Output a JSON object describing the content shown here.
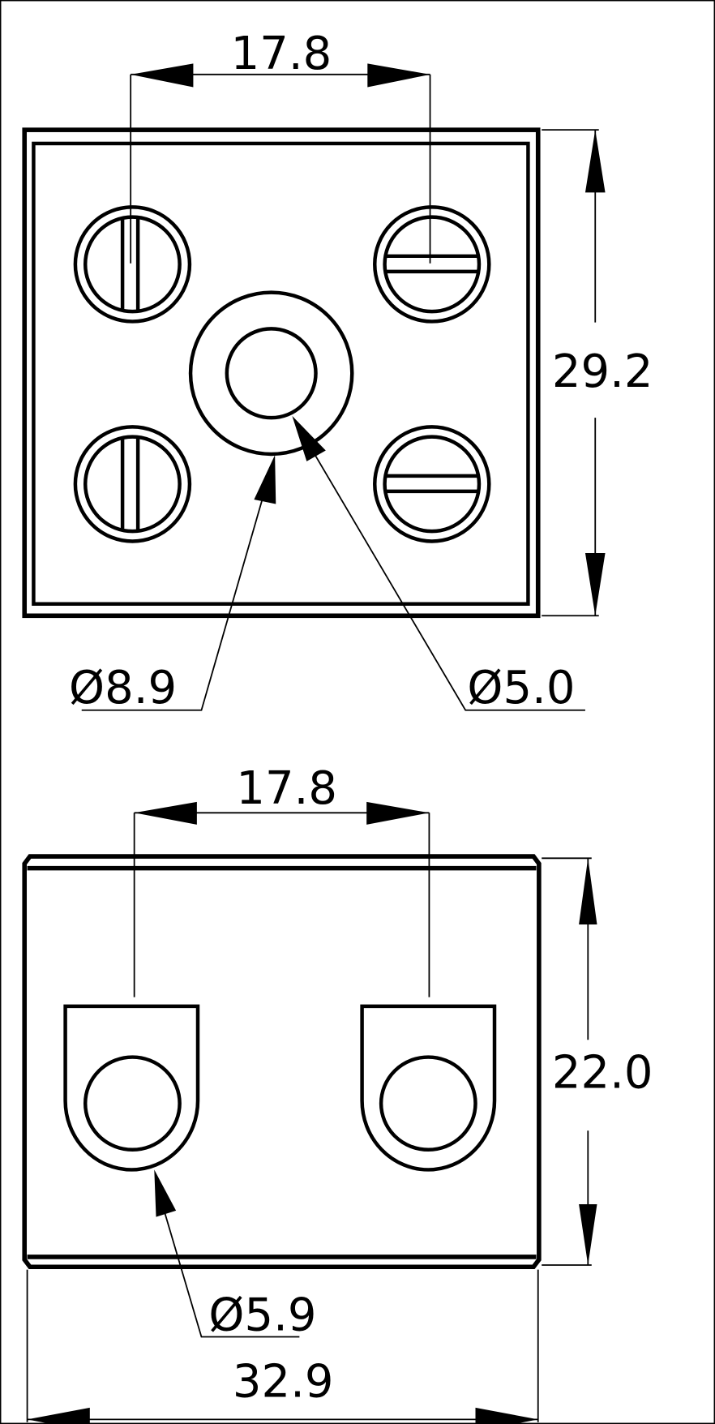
{
  "top_view": {
    "spacing_label": "17.8",
    "height_label": "29.2",
    "outer_diameter_label": "Ø8.9",
    "hole_diameter_label": "Ø5.0"
  },
  "bottom_view": {
    "spacing_label": "17.8",
    "height_label": "22.0",
    "hole_diameter_label": "Ø5.9",
    "width_label": "32.9"
  },
  "colors": {
    "line": "#000000",
    "background": "#ffffff"
  }
}
